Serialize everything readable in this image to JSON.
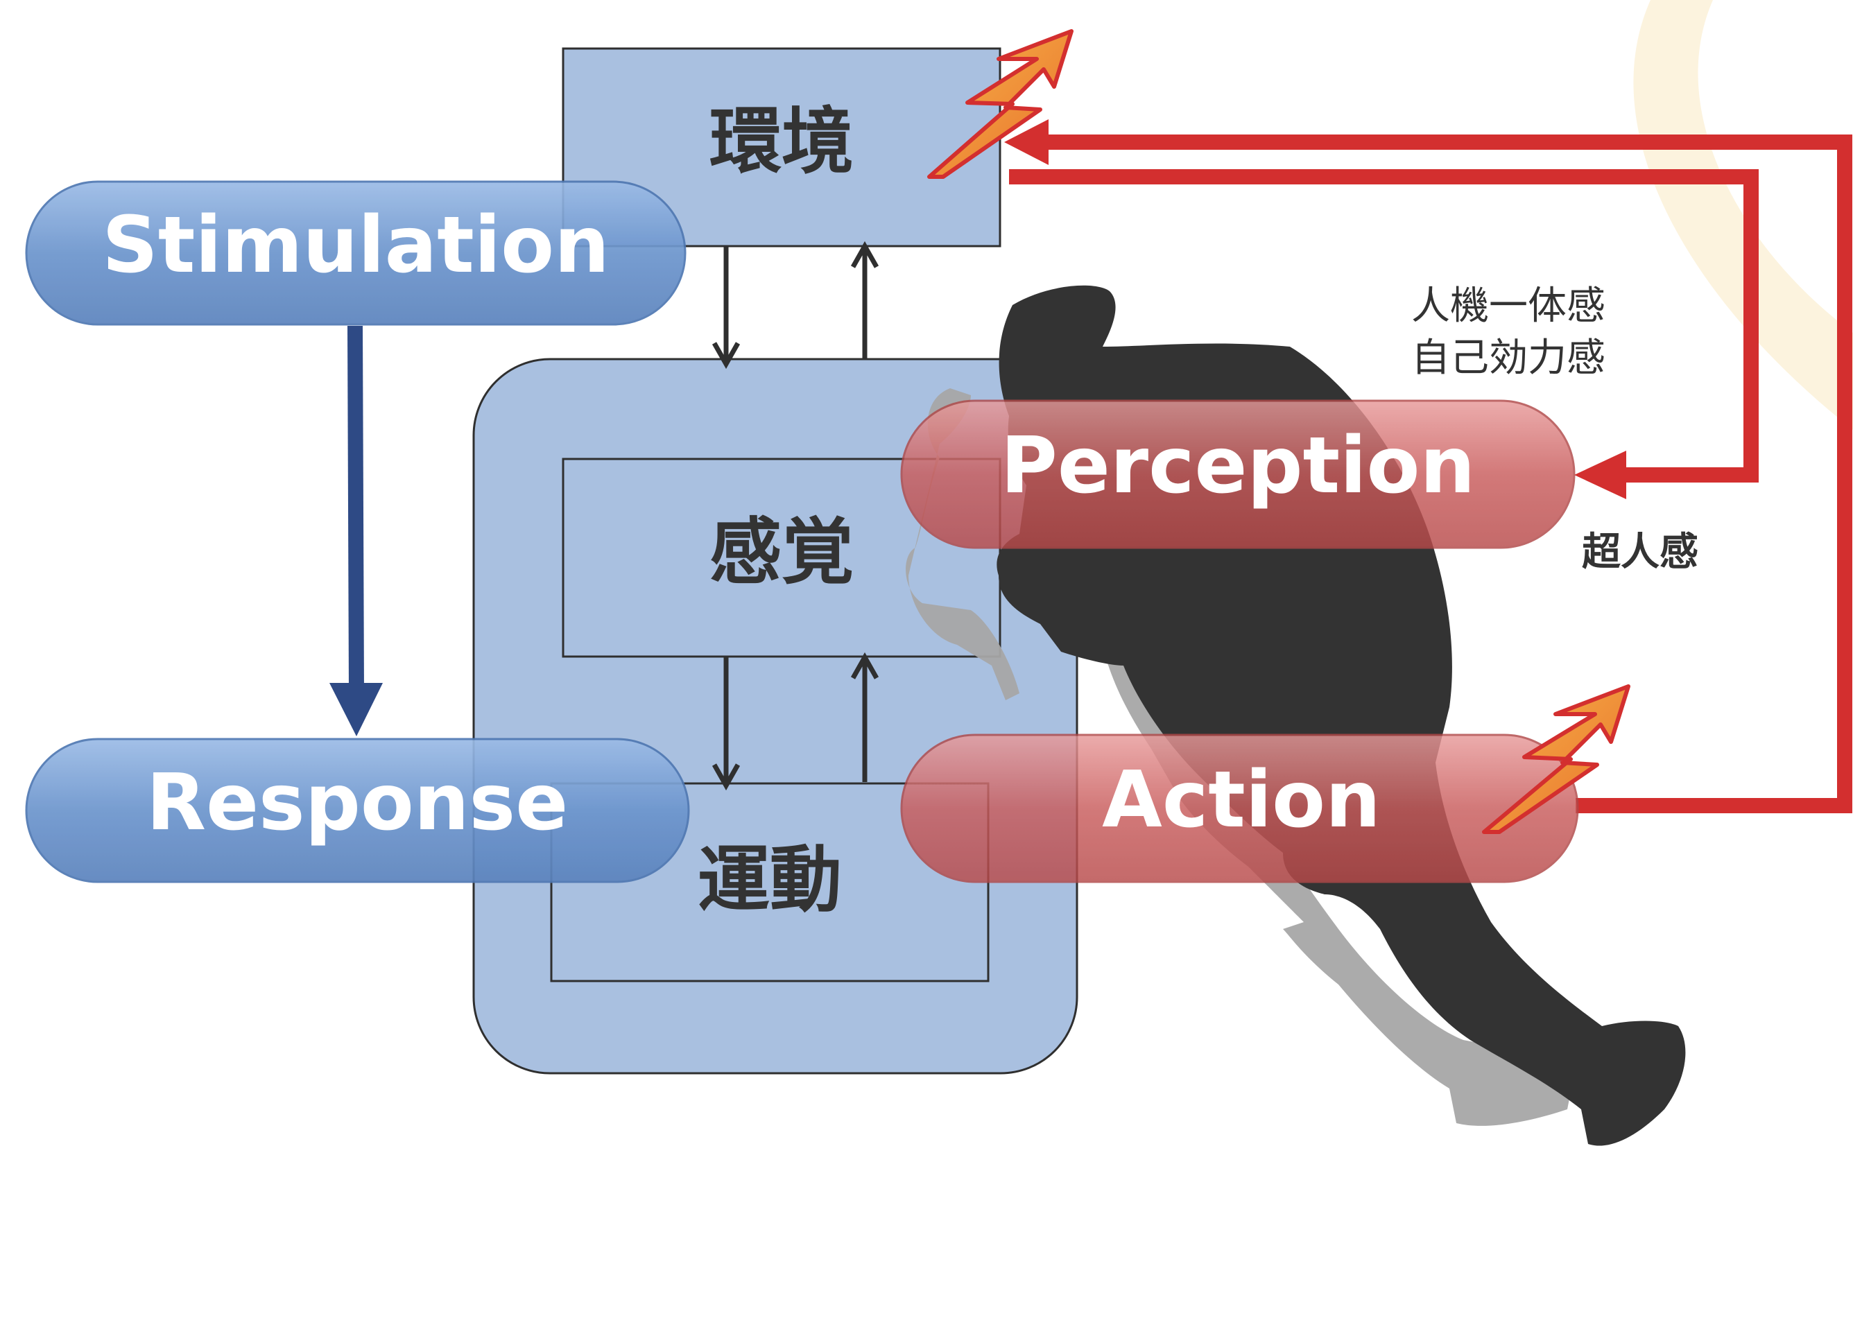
{
  "nodes": {
    "environment": "環境",
    "sensation": "感覚",
    "motor": "運動"
  },
  "pills": {
    "stimulation": "Stimulation",
    "response": "Response",
    "perception": "Perception",
    "action": "Action"
  },
  "annotations": {
    "feelings_line1": "人機一体感",
    "feelings_line2": "自己効力感",
    "superhuman": "超人感"
  },
  "colors": {
    "blue_box": "#a9c0e0",
    "blue_pill": "#6d96cc",
    "red_pill": "#c95c5c",
    "red_arrow": "#d32f2f",
    "navy_arrow": "#2e4a85",
    "silhouette_dark": "#333333",
    "silhouette_light": "#a6a6a6",
    "lightning_fill": "#f08a30"
  }
}
